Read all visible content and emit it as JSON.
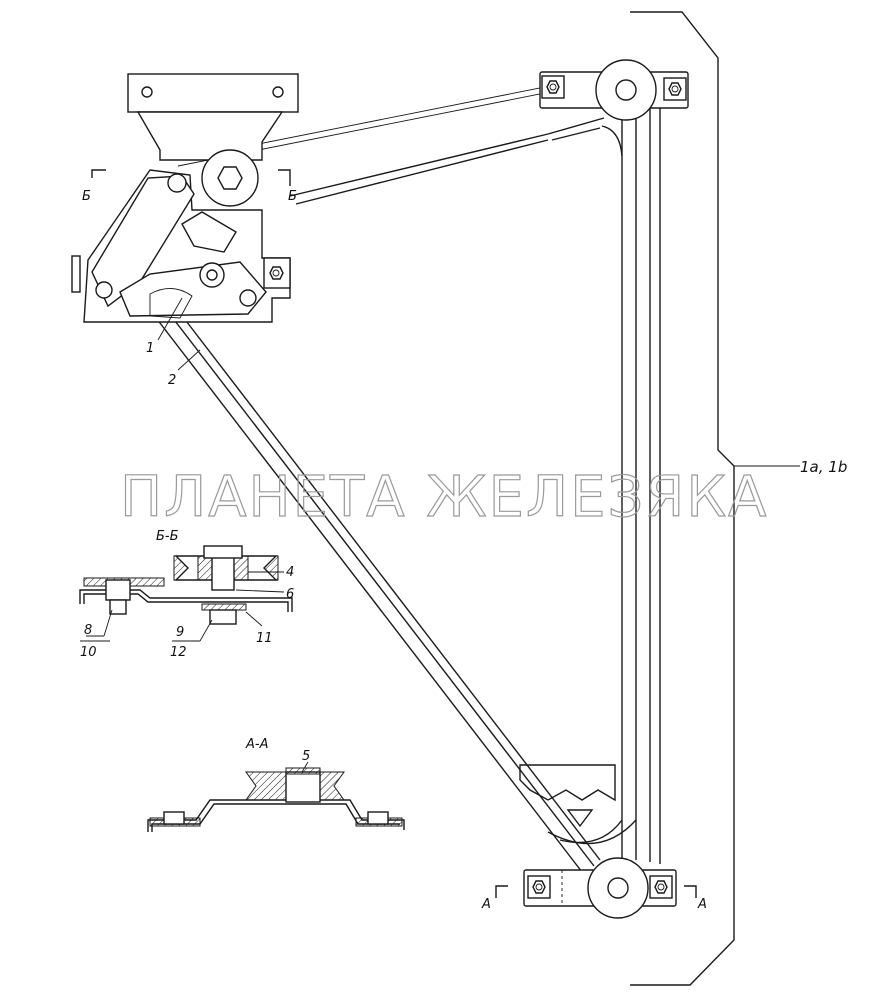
{
  "watermark": "ПЛАНЕТА ЖЕЛЕЗЯКА",
  "callouts": {
    "c1": "1",
    "c2": "2",
    "c4": "4",
    "c5": "5",
    "c6": "6",
    "c8": "8",
    "c9": "9",
    "c10": "10",
    "c11": "11",
    "c12": "12",
    "variant": "1a, 1b"
  },
  "sections": {
    "bb_title": "Б-Б",
    "aa_title": "А-А",
    "b_mark": "Б",
    "a_mark": "А"
  }
}
